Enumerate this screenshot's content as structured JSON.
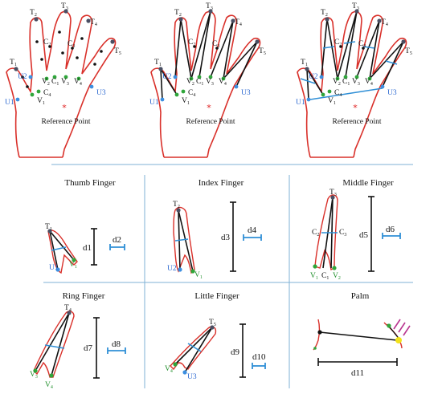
{
  "colors": {
    "outline": "#d9302a",
    "bone": "#111111",
    "tip_point": "#4a4f63",
    "green_point": "#2fa63a",
    "blue_point": "#3d8fe0",
    "measure_blue": "#2f8fd6",
    "divider": "#7fb2d6",
    "reference_star": "#e02020",
    "palm_yellow": "#f2e21a",
    "palm_magenta": "#b8348f"
  },
  "hand_labels": {
    "t1": "T",
    "t1_sub": "1",
    "t2": "T",
    "t2_sub": "2",
    "t3": "T",
    "t3_sub": "3",
    "t4": "T",
    "t4_sub": "4",
    "t5": "T",
    "t5_sub": "5",
    "c2": "C",
    "c2_sub": "2",
    "c3": "C",
    "c3_sub": "3",
    "c4": "C",
    "c4_sub": "4",
    "c1": "C",
    "c1_sub": "1",
    "u1": "U1",
    "u2": "U2",
    "u3": "U3",
    "v1": "V",
    "v1_sub": "1",
    "v2": "V",
    "v2_sub": "2",
    "v3": "V",
    "v3_sub": "3",
    "v4": "V",
    "v4_sub": "4",
    "reference": "Reference Point"
  },
  "panels": {
    "thumb": {
      "title": "Thumb Finger",
      "t": "T",
      "t_sub": "1",
      "u": "U1",
      "v": "V",
      "v_sub": "1",
      "d_a": "d1",
      "d_b": "d2"
    },
    "index": {
      "title": "Index Finger",
      "t": "T",
      "t_sub": "2",
      "u": "U2",
      "v": "V",
      "v_sub": "1",
      "d_a": "d3",
      "d_b": "d4"
    },
    "middle": {
      "title": "Middle Finger",
      "t": "T",
      "t_sub": "3",
      "c_a": "C",
      "c_a_sub": "2",
      "c_b": "C",
      "c_b_sub": "3",
      "v_a": "V",
      "v_a_sub": "1",
      "c_c": "C",
      "c_c_sub": "1",
      "v_b": "V",
      "v_b_sub": "2",
      "d_a": "d5",
      "d_b": "d6"
    },
    "ring": {
      "title": "Ring Finger",
      "t": "T",
      "t_sub": "4",
      "v_a": "V",
      "v_a_sub": "3",
      "v_b": "V",
      "v_b_sub": "4",
      "d_a": "d7",
      "d_b": "d8"
    },
    "little": {
      "title": "Little Finger",
      "t": "T",
      "t_sub": "5",
      "v": "V",
      "v_sub": "4",
      "u": "U3",
      "d_a": "d9",
      "d_b": "d10"
    },
    "palm": {
      "title": "Palm",
      "d": "d11"
    }
  }
}
